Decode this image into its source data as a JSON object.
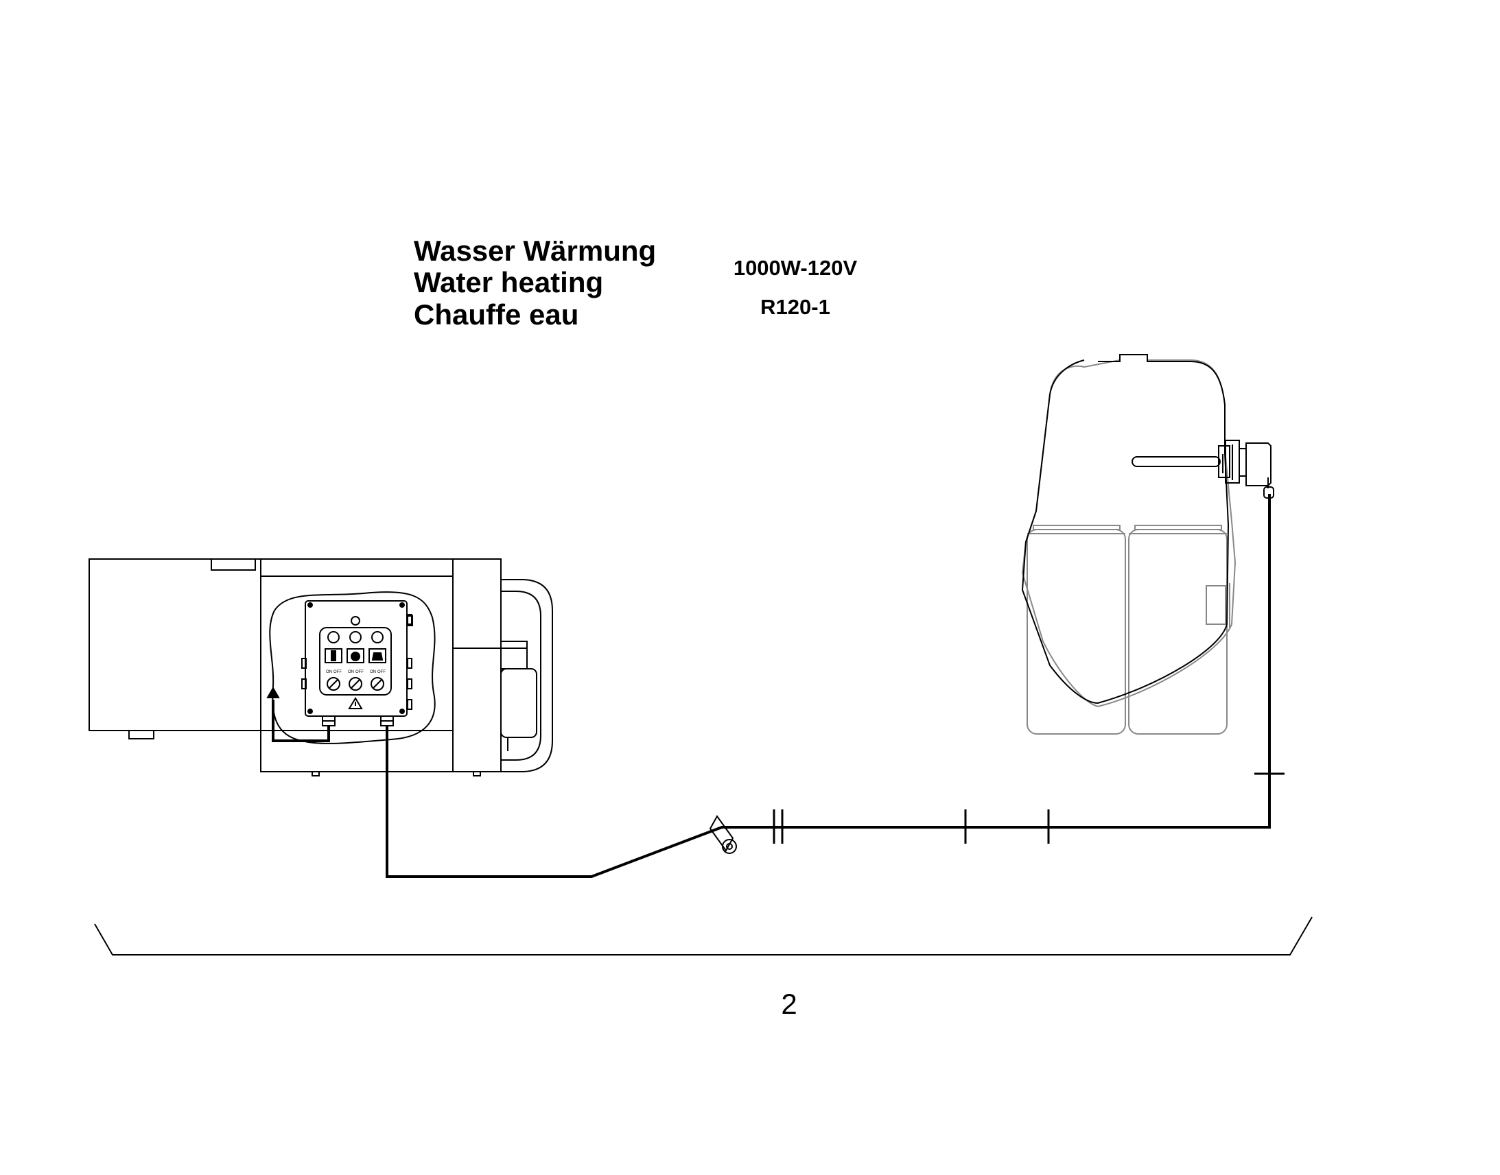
{
  "title": {
    "de": "Wasser Wärmung",
    "en": "Water heating",
    "fr": "Chauffe eau"
  },
  "spec": {
    "rating": "1000W-120V",
    "part_number": "R120-1"
  },
  "control_box": {
    "switch_labels": [
      "ON",
      "OFF"
    ]
  },
  "page_number": "2",
  "colors": {
    "line": "#000000",
    "tank_outline": "#888888",
    "background": "#ffffff"
  }
}
